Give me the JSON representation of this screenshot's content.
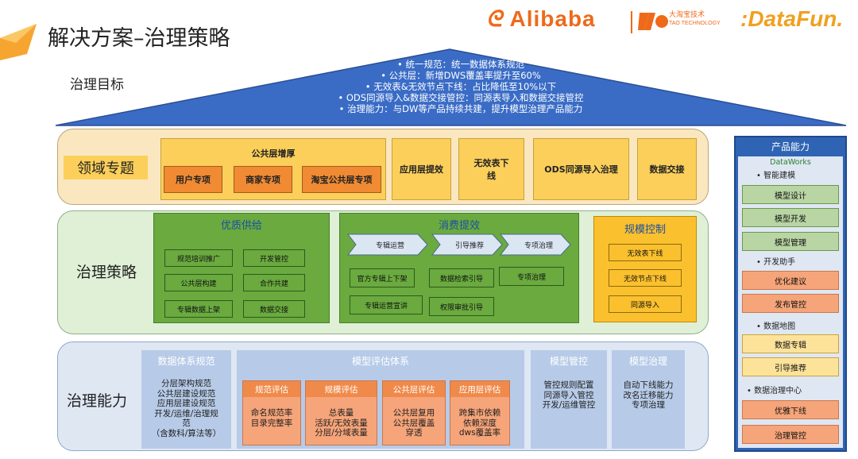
{
  "header": {
    "title": "解决方案–治理策略",
    "subtitle": "治理目标",
    "logo_alibaba": "Alibaba",
    "logo_taobao_line1": "大淘宝技术",
    "logo_taobao_line2": "TAO TECHNOLOGY",
    "logo_datafun": ":DataFun."
  },
  "goals": [
    "•  统一规范：统一数据体系规范",
    "•  公共层：新增DWS覆盖率提升至60%",
    "•  无效表&无效节点下线：占比降低至10%以下",
    "•  ODS同源导入&数据交接管控：同源表导入和数据交接管控",
    "•  治理能力：与DW等产品持续共建，提升模型治理产品能力"
  ],
  "domain": {
    "label": "领域专题",
    "public_layer": "公共层增厚",
    "public_items": [
      "用户专项",
      "商家专项",
      "淘宝公共层专项"
    ],
    "app_layer": "应用层提效",
    "invalid": "无效表下\n线",
    "ods": "ODS同源导入治理",
    "exchange": "数据交接"
  },
  "strategy": {
    "label": "治理策略",
    "quality": {
      "title": "优质供给",
      "items": [
        "规范培训推广",
        "开发管控",
        "公共层构建",
        "合作共建",
        "专辑数据上架",
        "数据交接"
      ]
    },
    "consume": {
      "title": "消费提效",
      "arrows": [
        "专辑运营",
        "引导推荐",
        "专项治理"
      ],
      "items": [
        "官方专辑上下架",
        "数据检索引导",
        "专项治理",
        "专辑运营宣讲",
        "权限审批引导"
      ]
    },
    "scale": {
      "title": "规模控制",
      "items": [
        "无效表下线",
        "无效节点下线",
        "同源导入"
      ]
    }
  },
  "capability": {
    "label": "治理能力",
    "spec": {
      "title": "数据体系规范",
      "lines": [
        "分层架构规范",
        "公共层建设规范",
        "应用层建设规范",
        "开发/运维/治理规",
        "范",
        "（含数科/算法等）"
      ]
    },
    "eval": {
      "title": "模型评估体系",
      "cards": [
        {
          "head": "规范评估",
          "lines": [
            "命名规范率",
            "目录完整率"
          ]
        },
        {
          "head": "规模评估",
          "lines": [
            "总表量",
            "活跃/无效表量",
            "分层/分域表量"
          ]
        },
        {
          "head": "公共层评估",
          "lines": [
            "公共层复用",
            "公共层覆盖",
            "穿透"
          ]
        },
        {
          "head": "应用层评估",
          "lines": [
            "跨集市依赖",
            "依赖深度",
            "dws覆盖率"
          ]
        }
      ]
    },
    "control": {
      "title": "模型管控",
      "lines": [
        "管控规则配置",
        "同源导入管控",
        "开发/运维管控"
      ]
    },
    "govern": {
      "title": "模型治理",
      "lines": [
        "自动下线能力",
        "改名迁移能力",
        "专项治理"
      ]
    }
  },
  "product": {
    "title": "产品能力",
    "dataworks": "DataWorks",
    "groups": [
      {
        "head": "•  智能建模",
        "items": [
          "模型设计",
          "模型开发",
          "模型管理"
        ]
      },
      {
        "head": "•  开发助手",
        "items": [
          "优化建议",
          "发布管控"
        ]
      },
      {
        "head": "•  数据地图",
        "items": [
          "数据专辑",
          "引导推荐"
        ]
      },
      {
        "head": "•  数据治理中心",
        "items": [
          "优雅下线",
          "治理管控"
        ]
      }
    ]
  }
}
